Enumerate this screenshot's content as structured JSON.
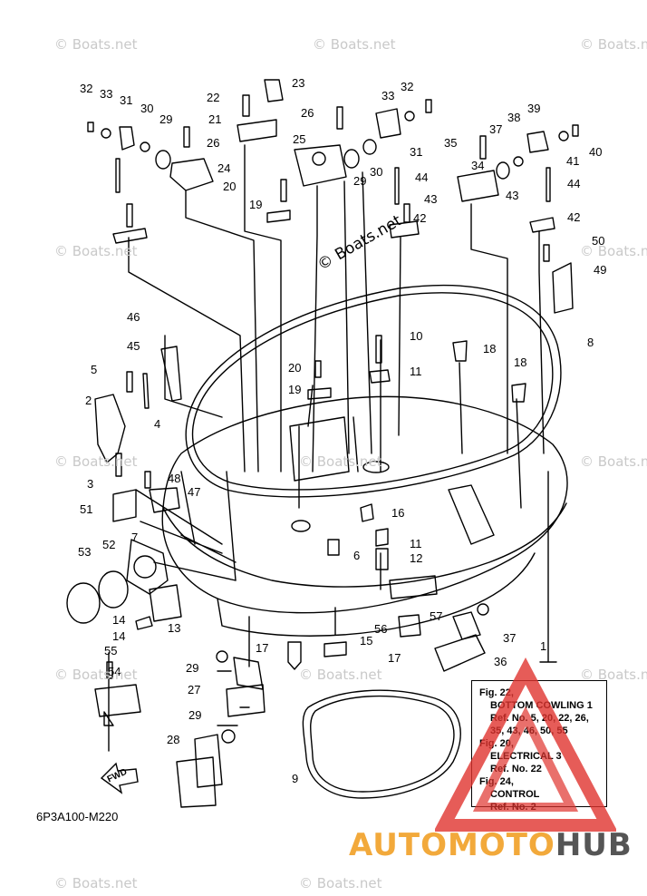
{
  "watermark": "© Boats.net",
  "center_watermark": "© Boats.net",
  "part_code": "6P3A100-M220",
  "fwd_label": "FWD",
  "logo": {
    "part1": "AUTOMOTO",
    "part2": "HUB"
  },
  "reference_box": {
    "lines": [
      "Fig. 22,",
      "BOTTOM COWLING 1",
      "Ref. No. 5, 20, 22, 26,",
      "35, 43, 46, 50, 55",
      "Fig. 20,",
      "ELECTRICAL 3",
      "Ref. No. 22",
      "Fig. 24,",
      "CONTROL",
      "Ref. No. 2"
    ]
  },
  "callouts": [
    "32",
    "33",
    "31",
    "30",
    "29",
    "26",
    "24",
    "22",
    "23",
    "21",
    "26",
    "25",
    "20",
    "19",
    "33",
    "32",
    "31",
    "30",
    "29",
    "44",
    "43",
    "42",
    "35",
    "37",
    "38",
    "39",
    "41",
    "40",
    "34",
    "43",
    "44",
    "42",
    "50",
    "49",
    "8",
    "46",
    "45",
    "5",
    "2",
    "4",
    "3",
    "48",
    "47",
    "51",
    "7",
    "53",
    "52",
    "14",
    "14",
    "13",
    "10",
    "18",
    "20",
    "11",
    "19",
    "18",
    "16",
    "6",
    "11",
    "12",
    "56",
    "57",
    "37",
    "36",
    "1",
    "17",
    "15",
    "17",
    "55",
    "54",
    "29",
    "27",
    "29",
    "28",
    "9"
  ]
}
